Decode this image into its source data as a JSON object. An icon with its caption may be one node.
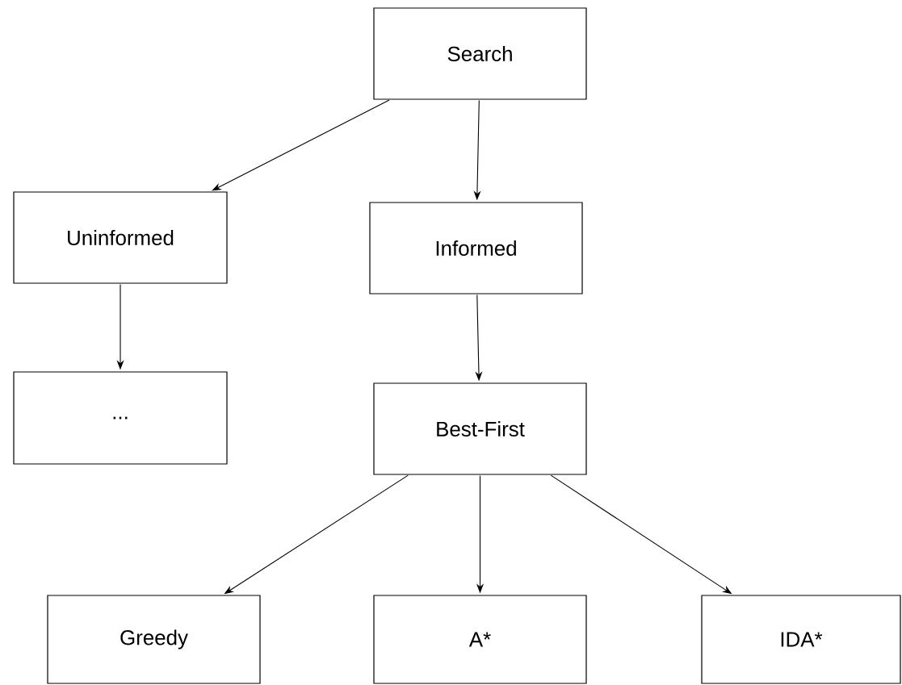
{
  "diagram": {
    "nodes": [
      {
        "text": [
          "Search"
        ]
      },
      {
        "text": [
          "Uninformed"
        ]
      },
      {
        "text": [
          "Informed"
        ]
      },
      {
        "text": [
          "..."
        ]
      },
      {
        "text": [
          "Best-First"
        ]
      },
      {
        "text": [
          "Greedy"
        ]
      },
      {
        "text": [
          "A*"
        ]
      },
      {
        "text": [
          "IDA*"
        ]
      }
    ],
    "edges": [
      {
        "from": 0,
        "to": 1,
        "arrow": "to"
      },
      {
        "from": 0,
        "to": 2,
        "arrow": "to"
      },
      {
        "from": 1,
        "to": 3,
        "arrow": "to"
      },
      {
        "from": 2,
        "to": 4,
        "arrow": "to"
      },
      {
        "from": 4,
        "to": 5,
        "arrow": "to"
      },
      {
        "from": 4,
        "to": 6,
        "arrow": "to"
      },
      {
        "from": 4,
        "to": 7,
        "arrow": "to"
      }
    ]
  }
}
